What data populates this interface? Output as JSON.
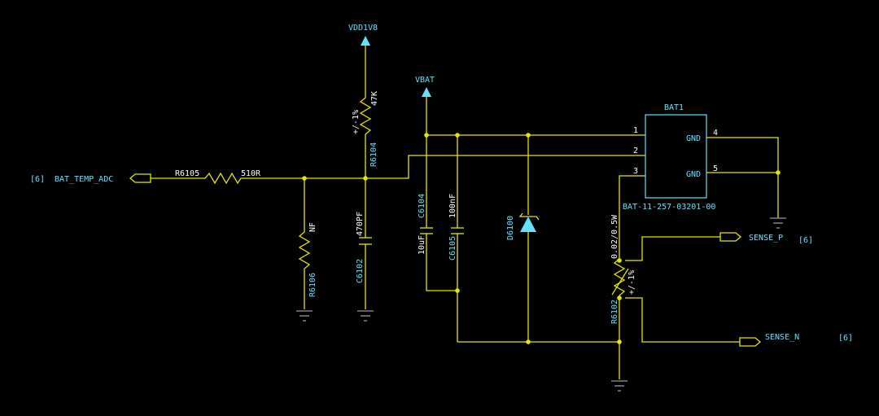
{
  "nets": {
    "vdd": "VDD1V8",
    "vbat": "VBAT",
    "bat_temp_adc": "BAT_TEMP_ADC",
    "sense_p": "SENSE_P",
    "sense_n": "SENSE_N",
    "ref_bat_temp": "[6]",
    "ref_sense_p": "[6]",
    "ref_sense_n": "[6]"
  },
  "components": {
    "r6105": {
      "ref": "R6105",
      "value": "510R"
    },
    "r6104": {
      "ref": "R6104",
      "value": "47K",
      "tol": "+/-1%"
    },
    "r6106": {
      "ref": "R6106",
      "value": "NF"
    },
    "c6102": {
      "ref": "C6102",
      "value": "470PF"
    },
    "c6104": {
      "ref": "C6104",
      "value": "10uF"
    },
    "c6105": {
      "ref": "C6105",
      "value": "100nF"
    },
    "d6100": {
      "ref": "D6100"
    },
    "r6102": {
      "ref": "R6102",
      "value": "0.02/0.5W",
      "tol": "+/-1%"
    },
    "bat1": {
      "ref": "BAT1",
      "part": "BAT-11-257-03201-00",
      "pins": [
        "1",
        "2",
        "3",
        "4",
        "5"
      ],
      "gnd_a": "GND",
      "gnd_b": "GND"
    }
  },
  "colors": {
    "wire": "#e6e600",
    "net_label": "#66e0ff",
    "ground": "#9a9a9a",
    "background": "#000000"
  }
}
